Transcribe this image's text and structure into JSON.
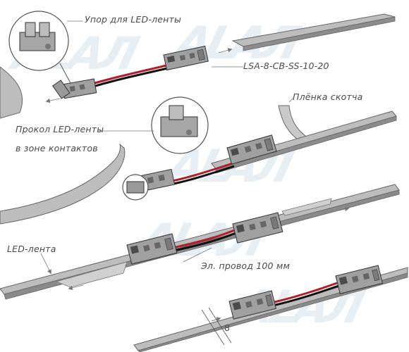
{
  "watermark": {
    "text": "ALAЛ",
    "color": "#d4e2ec"
  },
  "labels": {
    "stopper": "Упор для LED-ленты",
    "model": "LSA-8-CB-SS-10-20",
    "film": "Плёнка скотча",
    "pierce_line1": "Прокол LED-ленты",
    "pierce_line2": "в зоне контактов",
    "led_strip": "LED-лента",
    "wire": "Эл. провод 100 мм",
    "width": "8"
  },
  "colors": {
    "strip": "#b9b9b9",
    "strip_edge": "#6c6c6c",
    "connector": "#9a9a9a",
    "connector_dark": "#4b4b4b",
    "wire_red": "#b01e2a",
    "wire_black": "#111111",
    "label": "#4a4a4a"
  }
}
